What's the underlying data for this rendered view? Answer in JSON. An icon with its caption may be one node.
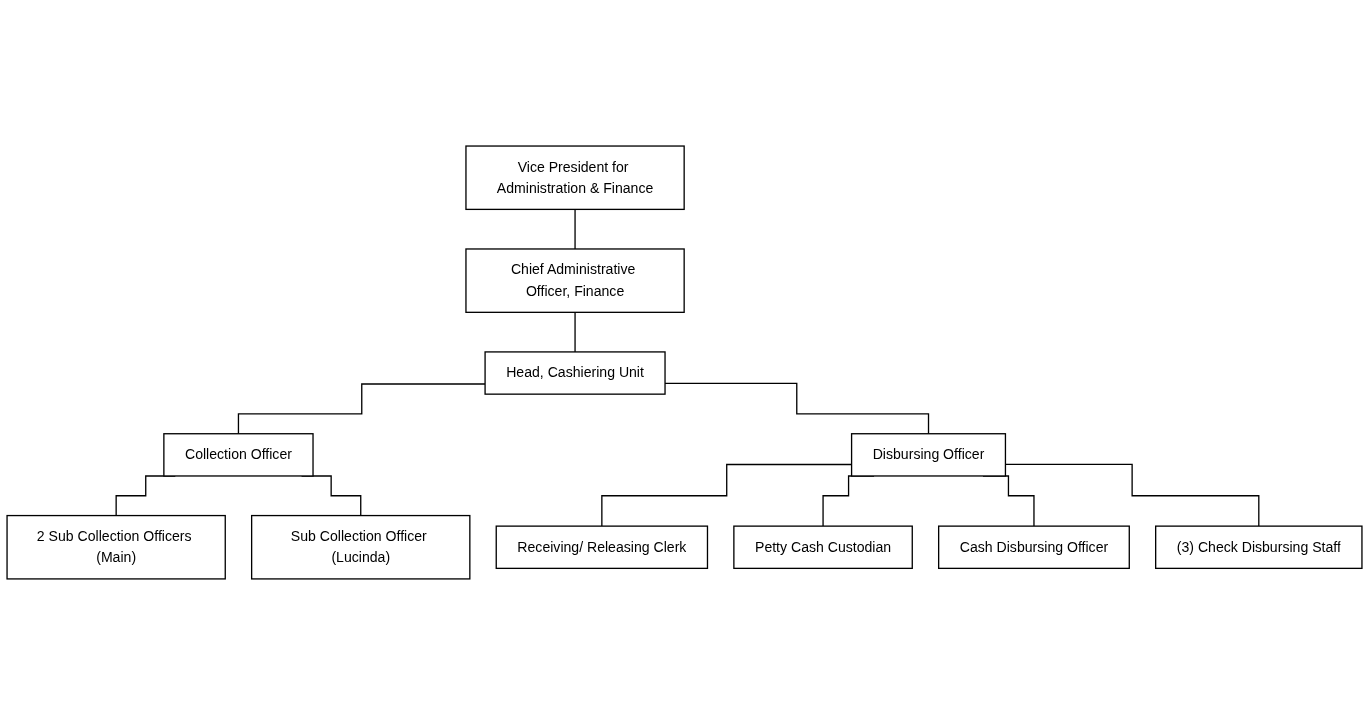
{
  "diagram": {
    "nodes": [
      {
        "text": [
          "Vice President for Administration & Finance"
        ]
      },
      {
        "text": [
          "Chief Administrative Officer, Finance"
        ]
      },
      {
        "text": [
          "Head, Cashiering Unit"
        ]
      },
      {
        "text": [
          "Collection Officer"
        ]
      },
      {
        "text": [
          "Disbursing Officer"
        ]
      },
      {
        "text": [
          "2 Sub Collection Officers (Main)"
        ]
      },
      {
        "text": [
          "Sub Collection Officer (Lucinda)"
        ]
      },
      {
        "text": [
          "Receiving/ Releasing Clerk"
        ]
      },
      {
        "text": [
          "Petty Cash Custodian"
        ]
      },
      {
        "text": [
          "Cash Disbursing Officer"
        ]
      },
      {
        "text": [
          "(3) Check Disbursing Staff"
        ]
      }
    ],
    "edges": [
      {
        "from": 0,
        "to": 1,
        "arrow": "none"
      },
      {
        "from": 1,
        "to": 2,
        "arrow": "none"
      },
      {
        "from": 2,
        "to": 3,
        "arrow": "none"
      },
      {
        "from": 2,
        "to": 4,
        "arrow": "none"
      },
      {
        "from": 3,
        "to": 5,
        "arrow": "none"
      },
      {
        "from": 3,
        "to": 6,
        "arrow": "none"
      },
      {
        "from": 4,
        "to": 7,
        "arrow": "none"
      },
      {
        "from": 4,
        "to": 8,
        "arrow": "none"
      },
      {
        "from": 4,
        "to": 9,
        "arrow": "none"
      },
      {
        "from": 4,
        "to": 10,
        "arrow": "none"
      }
    ]
  }
}
